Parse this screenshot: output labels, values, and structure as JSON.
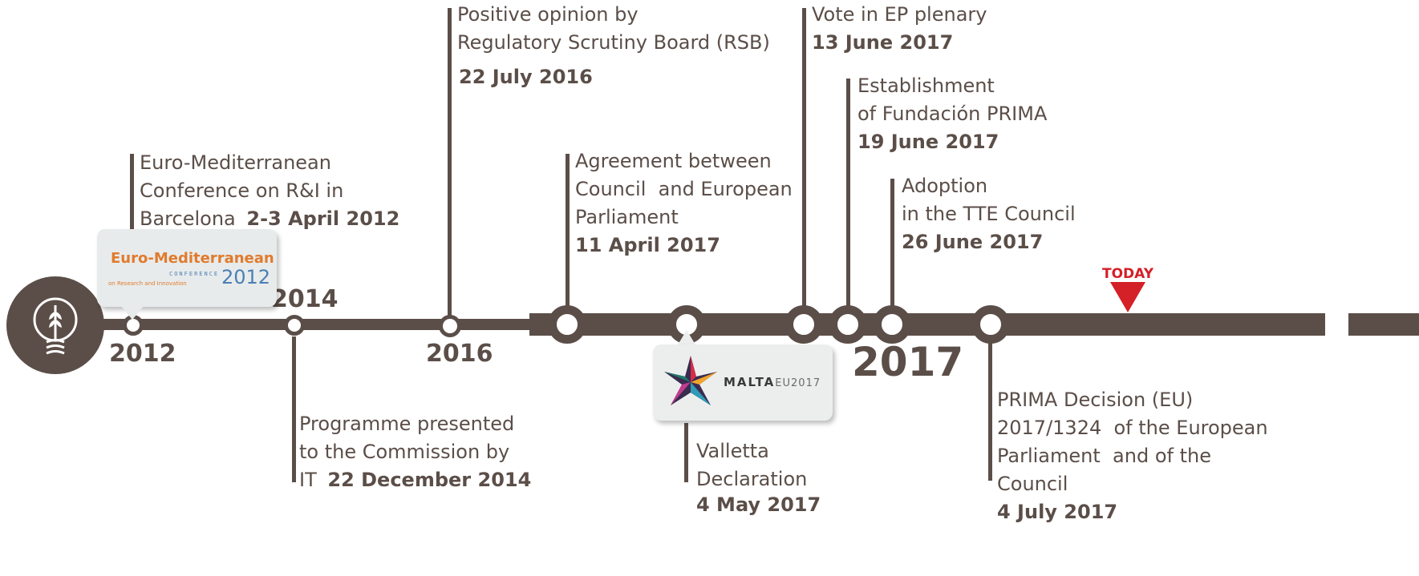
{
  "years": {
    "y2012": "2012",
    "y2014": "2014",
    "y2016": "2016",
    "y2017": "2017"
  },
  "today_label": "TODAY",
  "events": {
    "euromed": {
      "lines": [
        "Euro-Mediterranean",
        "Conference on R&I in",
        "Barcelona "
      ],
      "date": "2-3 April 2012"
    },
    "programme": {
      "lines": [
        "Programme presented",
        "to the Commission by",
        "IT "
      ],
      "date": "22 December 2014"
    },
    "rsb": {
      "lines": [
        "Positive opinion by",
        "Regulatory Scrutiny Board (RSB)"
      ],
      "date": "22 July 2016"
    },
    "agreement": {
      "lines": [
        "Agreement between",
        "Council  and European",
        "Parliament"
      ],
      "date": "11 April 2017"
    },
    "valletta": {
      "lines": [
        "Valletta",
        "Declaration"
      ],
      "date": "4 May 2017"
    },
    "vote": {
      "lines": [
        "Vote in EP plenary"
      ],
      "date": "13 June 2017"
    },
    "fundacion": {
      "lines": [
        "Establishment",
        "of Fundación PRIMA"
      ],
      "date": "19 June 2017"
    },
    "adoption": {
      "lines": [
        "Adoption",
        "in the TTE Council"
      ],
      "date": "26 June 2017"
    },
    "decision": {
      "lines": [
        "PRIMA Decision (EU)",
        "2017/1324  of the European",
        "Parliament  and of the",
        "Council"
      ],
      "date": "4 July 2017"
    }
  },
  "logos": {
    "euromed": {
      "title": "Euro-Mediterranean",
      "sub1": "CONFERENCE",
      "sub2": "on Research and Innovation",
      "year": "2012"
    },
    "malta": {
      "text": "MALTA",
      "suffix": "EU2017"
    }
  },
  "colors": {
    "timeline": "#5b4e48",
    "today": "#d42027",
    "euromed_orange": "#e07b2e",
    "euromed_blue": "#4a7fb5"
  }
}
